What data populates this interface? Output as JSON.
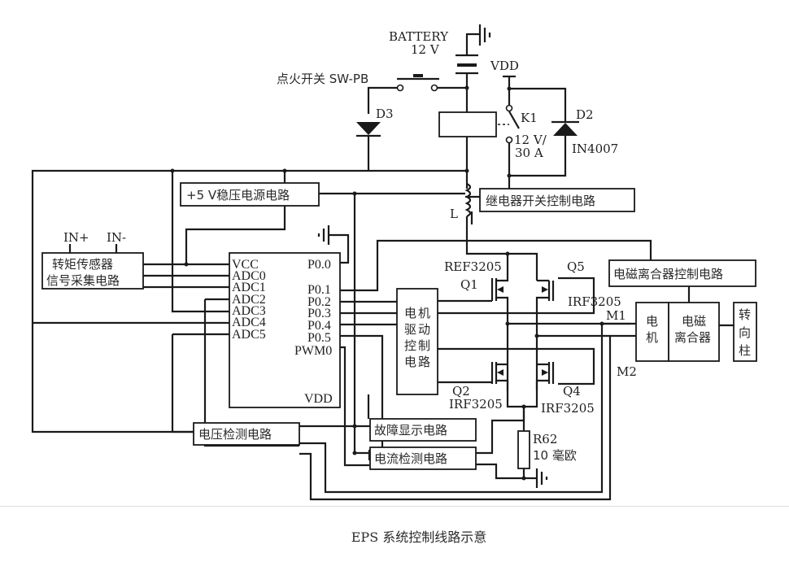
{
  "caption": "EPS 系统控制线路示意",
  "power": {
    "battery_label": "BATTERY",
    "battery_voltage": "12 V",
    "vdd_label": "VDD",
    "ignition_switch": "点火开关 SW-PB",
    "diode_d3": "D3",
    "diode_d2": "D2",
    "diode_d2_part": "IN4007",
    "relay_label": "K1",
    "relay_rating_1": "12 V/",
    "relay_rating_2": "30 A",
    "inductor_label": "L"
  },
  "blocks": {
    "regulator": "+5 V稳压电源电路",
    "relay_ctrl": "继电器开关控制电路",
    "torque_sensor_1": "转矩传感器",
    "torque_sensor_2": "信号采集电路",
    "motor_driver": [
      "电",
      "机",
      "驱",
      "动",
      "控",
      "制",
      "电",
      "路"
    ],
    "clutch_ctrl": "电磁离合器控制电路",
    "motor": [
      "电",
      "机"
    ],
    "clutch_1": "电磁",
    "clutch_2": "离合器",
    "steering_column": [
      "转",
      "向",
      "柱"
    ],
    "fault_display": "故障显示电路",
    "current_detect": "电流检测电路",
    "voltage_detect": "电压检测电路"
  },
  "sensor_inputs": [
    "IN+",
    "IN-"
  ],
  "mcu": {
    "left_pins": [
      "VCC",
      "ADC0",
      "ADC1",
      "ADC2",
      "ADC3",
      "ADC4",
      "ADC5"
    ],
    "right_pins": [
      "P0.0",
      "P0.1",
      "P0.2",
      "P0.3",
      "P0.4",
      "P0.5",
      "PWM0"
    ],
    "bottom_pin": "VDD"
  },
  "mosfets": {
    "q1_part": "REF3205",
    "q1": "Q1",
    "q5": "Q5",
    "q5_part": "IRF3205",
    "q2": "Q2",
    "q2_part": "IRF3205",
    "q4": "Q4",
    "q4_part": "IRF3205"
  },
  "motor_terminals": [
    "M1",
    "M2"
  ],
  "shunt": {
    "label": "R62",
    "value": "10 毫欧"
  }
}
